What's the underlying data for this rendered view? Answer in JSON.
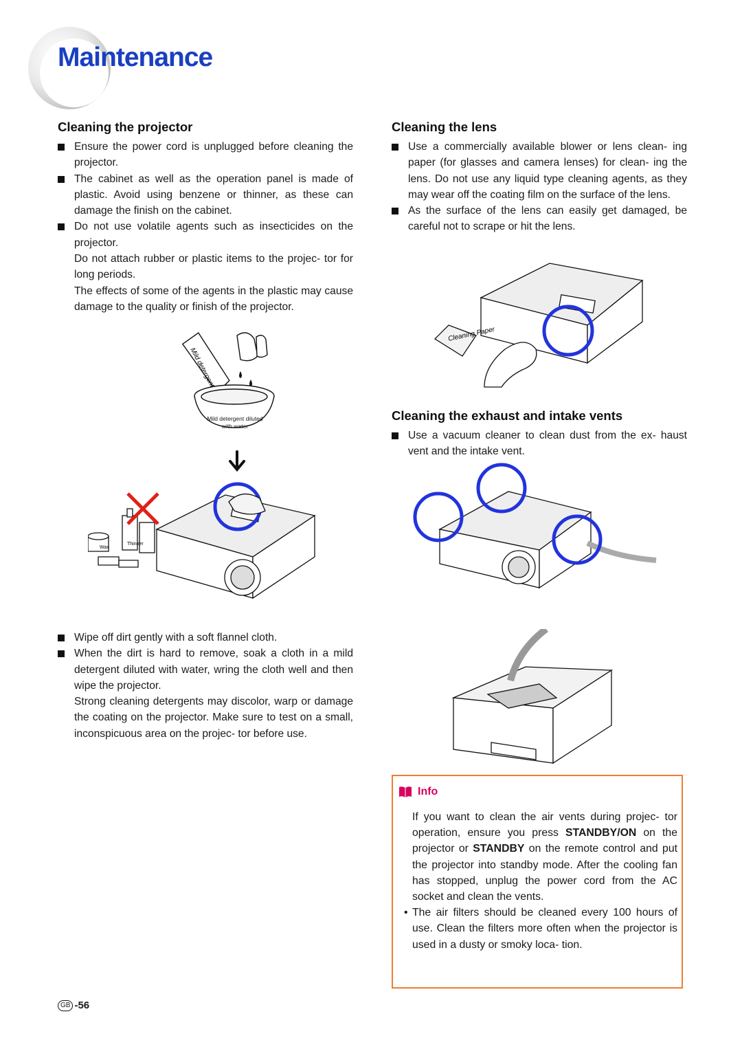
{
  "page": {
    "title": "Maintenance",
    "page_number_badge": "GB",
    "page_number": "-56"
  },
  "projector": {
    "heading": "Cleaning the projector",
    "items": [
      {
        "bullet": true,
        "text": "Ensure the power cord is unplugged before cleaning the projector."
      },
      {
        "bullet": true,
        "text": "The cabinet as well as the operation panel is made of plastic. Avoid using benzene or thinner, as these can damage the finish on the cabinet."
      },
      {
        "bullet": true,
        "text": "Do not use volatile agents such as insecticides on the projector."
      },
      {
        "bullet": false,
        "text": "Do not attach rubber or plastic items to the projec- tor for long periods."
      },
      {
        "bullet": false,
        "text": "The effects of some of the agents in the plastic may cause damage to the quality or finish of the projector."
      }
    ],
    "figure_labels": {
      "bottle": "Mild detergent",
      "bowl": "Mild detergent diluted with water",
      "wax": "Wax",
      "thinner": "Thinner"
    },
    "items2": [
      {
        "bullet": true,
        "text": "Wipe off dirt gently with a soft flannel cloth."
      },
      {
        "bullet": true,
        "text": "When the dirt is hard to remove, soak a cloth in a mild detergent diluted with water, wring the cloth well and then wipe the projector."
      },
      {
        "bullet": false,
        "text": "Strong cleaning detergents may discolor, warp or damage the coating on the projector. Make sure to test on a small, inconspicuous area on the projec- tor before use."
      }
    ]
  },
  "lens": {
    "heading": "Cleaning the lens",
    "items": [
      {
        "bullet": true,
        "text": "Use a commercially available blower or lens clean- ing paper (for glasses and camera lenses) for clean- ing the lens. Do not use any liquid type cleaning agents, as they may wear off the coating film on the surface of the lens."
      },
      {
        "bullet": true,
        "text": "As the surface of the lens can easily get damaged, be careful not to scrape or hit the lens."
      }
    ],
    "figure_label": "Cleaning Paper"
  },
  "vents": {
    "heading": "Cleaning the exhaust and intake vents",
    "items": [
      {
        "bullet": true,
        "text": "Use a vacuum cleaner to clean dust from the ex- haust vent and the intake vent."
      }
    ]
  },
  "info": {
    "label": "Info",
    "p1_a": "If you want to clean the air vents during projec- tor operation, ensure you press ",
    "p1_b1": "STANDBY/ON",
    "p1_c": " on the projector or ",
    "p1_b2": "STANDBY",
    "p1_d": " on the remote control and put the projector into standby mode. After the cooling fan has stopped, unplug the power cord from the AC socket and clean the vents.",
    "p2": "The air filters should be cleaned every 100 hours of use. Clean the filters more often when the projector is used in a dusty or smoky loca- tion."
  },
  "colors": {
    "title": "#1a3fc0",
    "highlight_circle": "#2233dd",
    "prohibit_mark": "#e0201a",
    "info_border": "#ef7d2f",
    "info_label": "#d8005f"
  }
}
